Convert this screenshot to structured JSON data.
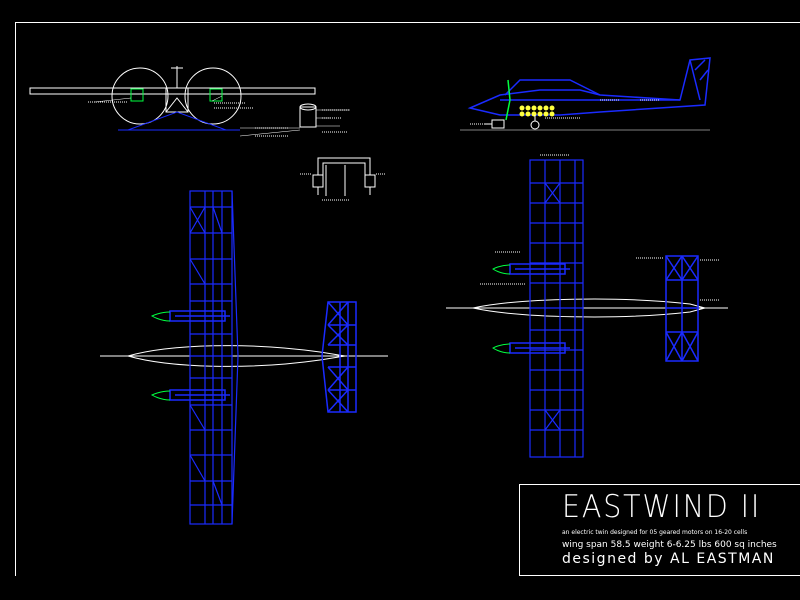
{
  "title_block": {
    "title": "EASTWIND II",
    "line1": "an electric twin designed for 05 geared motors on 16-20 cells",
    "line2": "wing span 58.5  weight 6-6.25 lbs 600 sq inches",
    "line3": "designed  by  AL  EASTMAN"
  },
  "colors": {
    "background": "#000000",
    "structure": "#1a2bff",
    "airfoil": "#ffffff",
    "propeller": "#00ff40",
    "battery": "#ffff40",
    "annotation": "#ffffff"
  },
  "views": [
    {
      "name": "front-view"
    },
    {
      "name": "wiring-diagram"
    },
    {
      "name": "wing-plan-view-left"
    },
    {
      "name": "side-view-fuselage"
    },
    {
      "name": "wing-plan-view-right"
    }
  ]
}
